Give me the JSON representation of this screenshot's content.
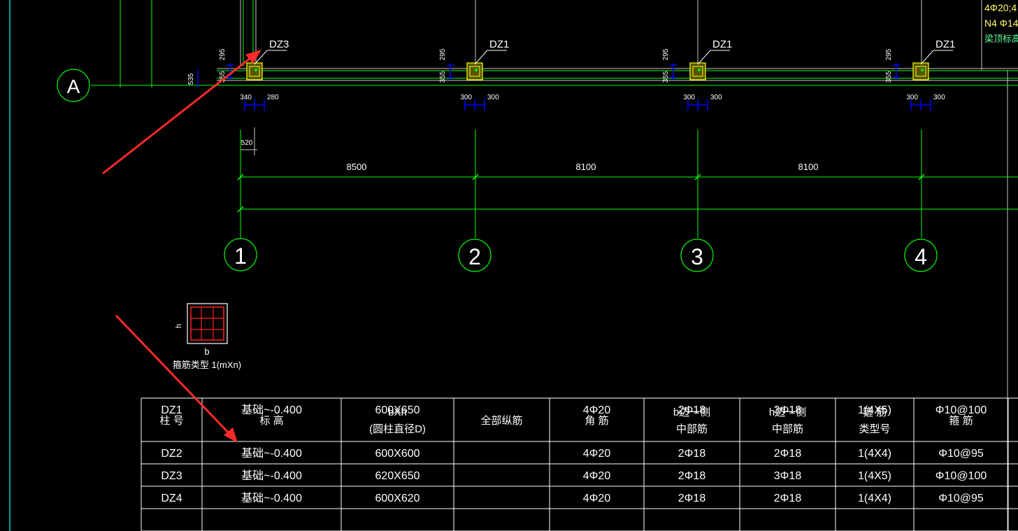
{
  "axes": {
    "row": "A",
    "columns": [
      "1",
      "2",
      "3",
      "4"
    ]
  },
  "spans": [
    "8500",
    "8100",
    "8100"
  ],
  "columns_plan": [
    {
      "label": "DZ3",
      "top_dim": "295",
      "left_dim": "355",
      "left_dim2": "535",
      "bottom_left": "340",
      "bottom_right": "280",
      "offset": "520"
    },
    {
      "label": "DZ1",
      "top_dim": "295",
      "left_dim": "355",
      "bottom_left": "300",
      "bottom_right": "300"
    },
    {
      "label": "DZ1",
      "top_dim": "295",
      "left_dim": "355",
      "bottom_left": "300",
      "bottom_right": "300"
    },
    {
      "label": "DZ1",
      "top_dim": "295",
      "left_dim": "355",
      "bottom_left": "300",
      "bottom_right": "300"
    }
  ],
  "corner_notes": [
    "4Φ20;4",
    "N4 Φ14",
    "梁顶标高:"
  ],
  "stirrup_diagram": {
    "h_label": "h",
    "b_label": "b",
    "caption": "箍筋类型 1(mXn)"
  },
  "table": {
    "headers": [
      [
        "柱 号"
      ],
      [
        "标    高"
      ],
      [
        "bXh",
        "(圆柱直径D)"
      ],
      [
        "全部纵筋"
      ],
      [
        "角    筋"
      ],
      [
        "b边一侧",
        "中部筋"
      ],
      [
        "h边一侧",
        "中部筋"
      ],
      [
        "箍  筋",
        "类型号"
      ],
      [
        "箍    筋"
      ]
    ],
    "rows": [
      [
        "DZ1",
        "基础~-0.400",
        "600X650",
        "",
        "4Φ20",
        "2Φ18",
        "3Φ18",
        "1(4X5)",
        "Φ10@100"
      ],
      [
        "DZ2",
        "基础~-0.400",
        "600X600",
        "",
        "4Φ20",
        "2Φ18",
        "2Φ18",
        "1(4X4)",
        "Φ10@95"
      ],
      [
        "DZ3",
        "基础~-0.400",
        "620X650",
        "",
        "4Φ20",
        "2Φ18",
        "3Φ18",
        "1(4X5)",
        "Φ10@100"
      ],
      [
        "DZ4",
        "基础~-0.400",
        "600X620",
        "",
        "4Φ20",
        "2Φ18",
        "2Φ18",
        "1(4X4)",
        "Φ10@95"
      ]
    ]
  },
  "colors": {
    "background": "#000000",
    "axis_green": "#00ff00",
    "dim_blue": "#0000ff",
    "annotation_red": "#ff2a2a",
    "column_yellow": "#ffff00",
    "border_cyan": "#00cccc"
  }
}
